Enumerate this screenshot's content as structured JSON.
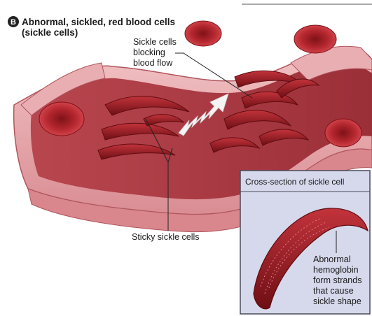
{
  "panel": {
    "badge": "B",
    "title_line1": "Abnormal, sickled, red blood cells",
    "title_line2": "(sickle cells)"
  },
  "labels": {
    "blocking_line1": "Sickle cells",
    "blocking_line2": "blocking",
    "blocking_line3": "blood flow",
    "sticky": "Sticky sickle cells"
  },
  "inset": {
    "title": "Cross-section of sickle cell",
    "note_line1": "Abnormal",
    "note_line2": "hemoglobin",
    "note_line3": "form strands",
    "note_line4": "that cause",
    "note_line5": "sickle shape"
  },
  "colors": {
    "vessel_outer": "#e8a3a8",
    "vessel_wall": "#c96a72",
    "vessel_inner": "#a83a44",
    "cell_red": "#b3262e",
    "cell_dark": "#7e1218",
    "inset_bg": "#d6d9ec",
    "inset_border": "#4a4a5a"
  }
}
